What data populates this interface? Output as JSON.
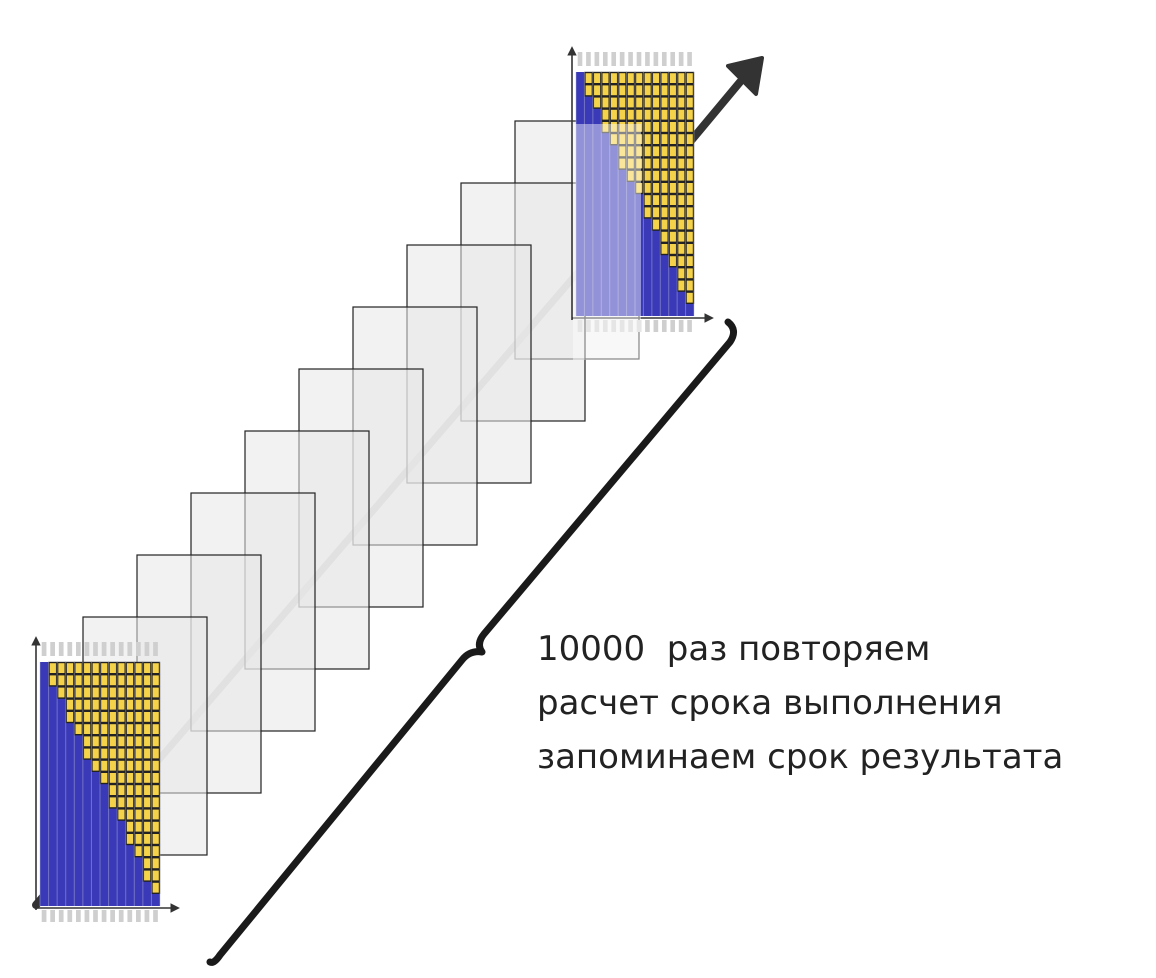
{
  "caption": {
    "line1": "10000  раз повторяем",
    "line2": "расчет срока выполнения",
    "line3": "запоминаем срок результата"
  },
  "mini_chart": {
    "rows": 20,
    "cols": 14,
    "colors": {
      "blue": "#3a3ab8",
      "yellow": "#f4d24a",
      "cell_border": "#222222",
      "stripe": "#cfcfcf"
    }
  },
  "frames": {
    "count": 9,
    "fill": "#e8e8e8",
    "stroke": "#222222"
  },
  "colors": {
    "arrow": "#333333",
    "brace": "#1a1a1a",
    "guide": "#c4c4c4"
  }
}
